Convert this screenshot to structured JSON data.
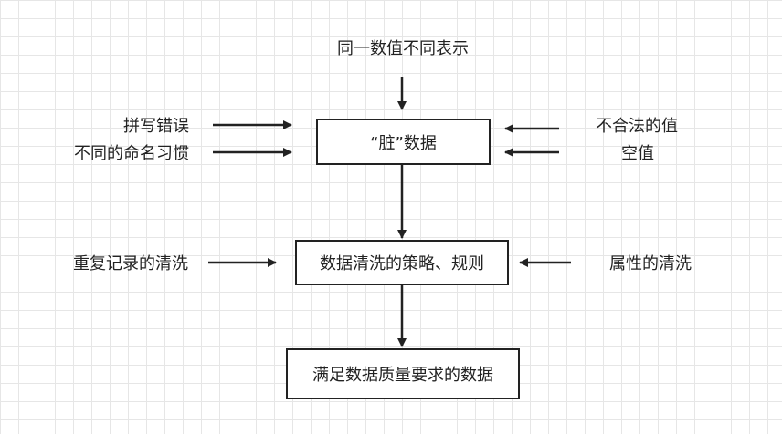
{
  "diagram": {
    "top_source": "同一数值不同表示",
    "left_sources_1": [
      "拼写错误",
      "不同的命名习惯"
    ],
    "right_sources_1": [
      "不合法的值",
      "空值"
    ],
    "box_dirty": "“脏”数据",
    "left_source_2": "重复记录的清洗",
    "right_source_2": "属性的清洗",
    "box_strategy": "数据清洗的策略、规则",
    "box_result": "满足数据质量要求的数据"
  }
}
